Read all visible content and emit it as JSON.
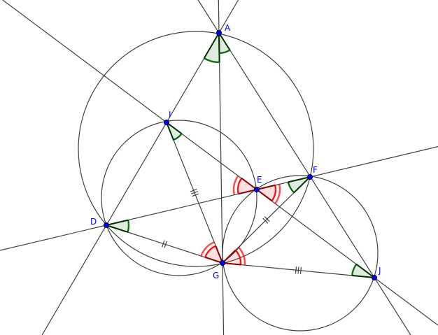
{
  "points": [
    {
      "id": "A",
      "label": "A"
    },
    {
      "id": "I",
      "label": "I"
    },
    {
      "id": "E",
      "label": "E"
    },
    {
      "id": "F",
      "label": "F"
    },
    {
      "id": "D",
      "label": "D"
    },
    {
      "id": "G",
      "label": "G"
    },
    {
      "id": "J",
      "label": "J"
    }
  ],
  "colors": {
    "line": "#404040",
    "point": "#0000ff",
    "green_angle": "#006400",
    "red_angle": "#ff0000"
  }
}
